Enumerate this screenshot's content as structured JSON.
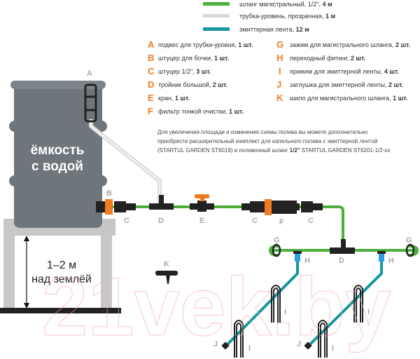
{
  "legend": [
    {
      "label": "шланг магистральный, 1/2\", ",
      "qty": "4 м",
      "color": "#4caf3a"
    },
    {
      "label": "трубка-уровень, прозрачная, ",
      "qty": "1 м",
      "color": "#d9d9d9"
    },
    {
      "label": "эмиттерная лента, ",
      "qty": "12 м",
      "color": "#17979d"
    }
  ],
  "parts_left": [
    {
      "letter": "A",
      "label": "подвес для трубки-уровня, ",
      "qty": "1 шт."
    },
    {
      "letter": "B",
      "label": "штуцер для бочки, ",
      "qty": "1 шт."
    },
    {
      "letter": "C",
      "label": "штуцер 1/2\", ",
      "qty": "3 шт."
    },
    {
      "letter": "D",
      "label": "тройник большой, ",
      "qty": "2 шт."
    },
    {
      "letter": "E",
      "label": "кран, ",
      "qty": "1 шт."
    },
    {
      "letter": "F",
      "label": "фильтр тонкой очистки, ",
      "qty": "1 шт."
    }
  ],
  "parts_right": [
    {
      "letter": "G",
      "label": "зажим для магистрального шланга, ",
      "qty": "2 шт."
    },
    {
      "letter": "H",
      "label": "переходный фитинг, ",
      "qty": "2 шт."
    },
    {
      "letter": "I",
      "label": "прижим для эмиттерной ленты, ",
      "qty": "4 шт."
    },
    {
      "letter": "J",
      "label": "заглушка для эмиттерной ленты, ",
      "qty": "2 шт."
    },
    {
      "letter": "K",
      "label": "шило для магистрального шланга, ",
      "qty": "1 шт."
    }
  ],
  "note": {
    "line1": "Для увеличения площади и изменения схемы полива вы можете дополнительно",
    "line2": "приобрести расширительный комплект для капельного полива с эмиттерной лентой",
    "line3a": "(STARTUL GARDEN ST6019) и поливочный шланг ",
    "line3b": "1/2\"",
    "line3c": " STARTUL GARDEN ST6201-1/2-хх"
  },
  "tank": {
    "line1": "ёмкость",
    "line2": "с водой"
  },
  "height": {
    "line1": "1–2 м",
    "line2": "над землёй"
  },
  "diagram_labels": {
    "A": "A",
    "B": "B",
    "C": "C",
    "D": "D",
    "E": "E",
    "F": "F",
    "G": "G",
    "H": "H",
    "I": "I",
    "J": "J",
    "K": "K"
  },
  "watermark": "21vek.by",
  "colors": {
    "accent": "#f07c22",
    "hose": "#4caf3a",
    "tube": "#d9d9d9",
    "emitter": "#17979d",
    "tank": "#6f767b",
    "fitting": "#222222",
    "h_fitting": "#2a9fe0"
  }
}
